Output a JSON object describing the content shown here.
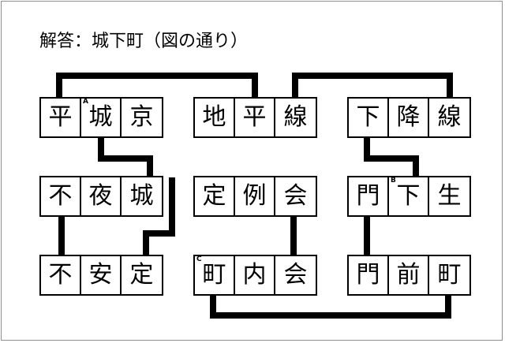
{
  "title": "解答：城下町（図の通り）",
  "colors": {
    "ink": "#000000",
    "background": "#ffffff",
    "frame": "#8f8f8f"
  },
  "boxes": [
    {
      "id": "heijokyo",
      "word": "平城京",
      "cells": [
        {
          "char": "平",
          "sup": ""
        },
        {
          "char": "城",
          "sup": "A"
        },
        {
          "char": "京",
          "sup": ""
        }
      ]
    },
    {
      "id": "chiheisen",
      "word": "地平線",
      "cells": [
        {
          "char": "地",
          "sup": ""
        },
        {
          "char": "平",
          "sup": ""
        },
        {
          "char": "線",
          "sup": ""
        }
      ]
    },
    {
      "id": "kakosen",
      "word": "下降線",
      "cells": [
        {
          "char": "下",
          "sup": ""
        },
        {
          "char": "降",
          "sup": ""
        },
        {
          "char": "線",
          "sup": ""
        }
      ]
    },
    {
      "id": "fuyajo",
      "word": "不夜城",
      "cells": [
        {
          "char": "不",
          "sup": ""
        },
        {
          "char": "夜",
          "sup": ""
        },
        {
          "char": "城",
          "sup": ""
        }
      ]
    },
    {
      "id": "teireikai",
      "word": "定例会",
      "cells": [
        {
          "char": "定",
          "sup": ""
        },
        {
          "char": "例",
          "sup": ""
        },
        {
          "char": "会",
          "sup": ""
        }
      ]
    },
    {
      "id": "monkasei",
      "word": "門下生",
      "cells": [
        {
          "char": "門",
          "sup": ""
        },
        {
          "char": "下",
          "sup": "B"
        },
        {
          "char": "生",
          "sup": ""
        }
      ]
    },
    {
      "id": "fuantei",
      "word": "不安定",
      "cells": [
        {
          "char": "不",
          "sup": ""
        },
        {
          "char": "安",
          "sup": ""
        },
        {
          "char": "定",
          "sup": ""
        }
      ]
    },
    {
      "id": "chonaikai",
      "word": "町内会",
      "cells": [
        {
          "char": "町",
          "sup": "C"
        },
        {
          "char": "内",
          "sup": ""
        },
        {
          "char": "会",
          "sup": ""
        }
      ]
    },
    {
      "id": "monzenmachi",
      "word": "門前町",
      "cells": [
        {
          "char": "門",
          "sup": ""
        },
        {
          "char": "前",
          "sup": ""
        },
        {
          "char": "町",
          "sup": ""
        }
      ]
    }
  ],
  "links": [
    {
      "from": "平城京:平",
      "to": "地平線:平",
      "shape": "top-arc"
    },
    {
      "from": "地平線:線",
      "to": "下降線:線",
      "shape": "top-arc"
    },
    {
      "from": "平城京:城",
      "to": "不夜城:城",
      "shape": "step-right"
    },
    {
      "from": "不夜城:不",
      "to": "不安定:不",
      "shape": "straight-down"
    },
    {
      "from": "定例会:定",
      "to": "不安定:定",
      "shape": "step-left"
    },
    {
      "from": "定例会:会",
      "to": "町内会:会",
      "shape": "straight-down"
    },
    {
      "from": "下降線:下",
      "to": "門下生:下",
      "shape": "step-right"
    },
    {
      "from": "門下生:門",
      "to": "門前町:門",
      "shape": "straight-down"
    },
    {
      "from": "町内会:町",
      "to": "門前町:町",
      "shape": "bottom-arc"
    }
  ]
}
